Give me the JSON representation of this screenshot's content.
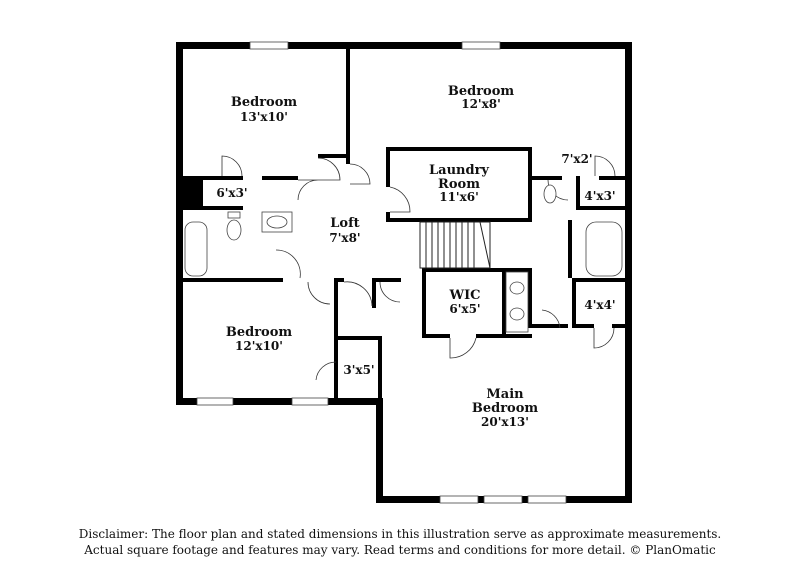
{
  "rooms": {
    "bedroom_nw": {
      "name": "Bedroom",
      "dim": "13'x10'"
    },
    "bedroom_ne": {
      "name": "Bedroom",
      "dim": "12'x8'"
    },
    "laundry": {
      "name_line1": "Laundry",
      "name_line2": "Room",
      "dim": "11'x6'"
    },
    "closet_nw": {
      "dim": "6'x3'"
    },
    "closet_ne_a": {
      "dim": "7'x2'"
    },
    "closet_ne_b": {
      "dim": "4'x3'"
    },
    "loft": {
      "name": "Loft",
      "dim": "7'x8'"
    },
    "wic": {
      "name": "WIC",
      "dim": "6'x5'"
    },
    "closet_e": {
      "dim": "4'x4'"
    },
    "bedroom_sw": {
      "name": "Bedroom",
      "dim": "12'x10'"
    },
    "closet_sw": {
      "dim": "3'x5'"
    },
    "main_bedroom": {
      "name_line1": "Main",
      "name_line2": "Bedroom",
      "dim": "20'x13'"
    }
  },
  "disclaimer": {
    "line1": "Disclaimer: The floor plan and stated dimensions in this illustration serve as approximate measurements.",
    "line2": "Actual square footage and features may vary. Read terms and conditions for more detail. © PlanOmatic"
  }
}
